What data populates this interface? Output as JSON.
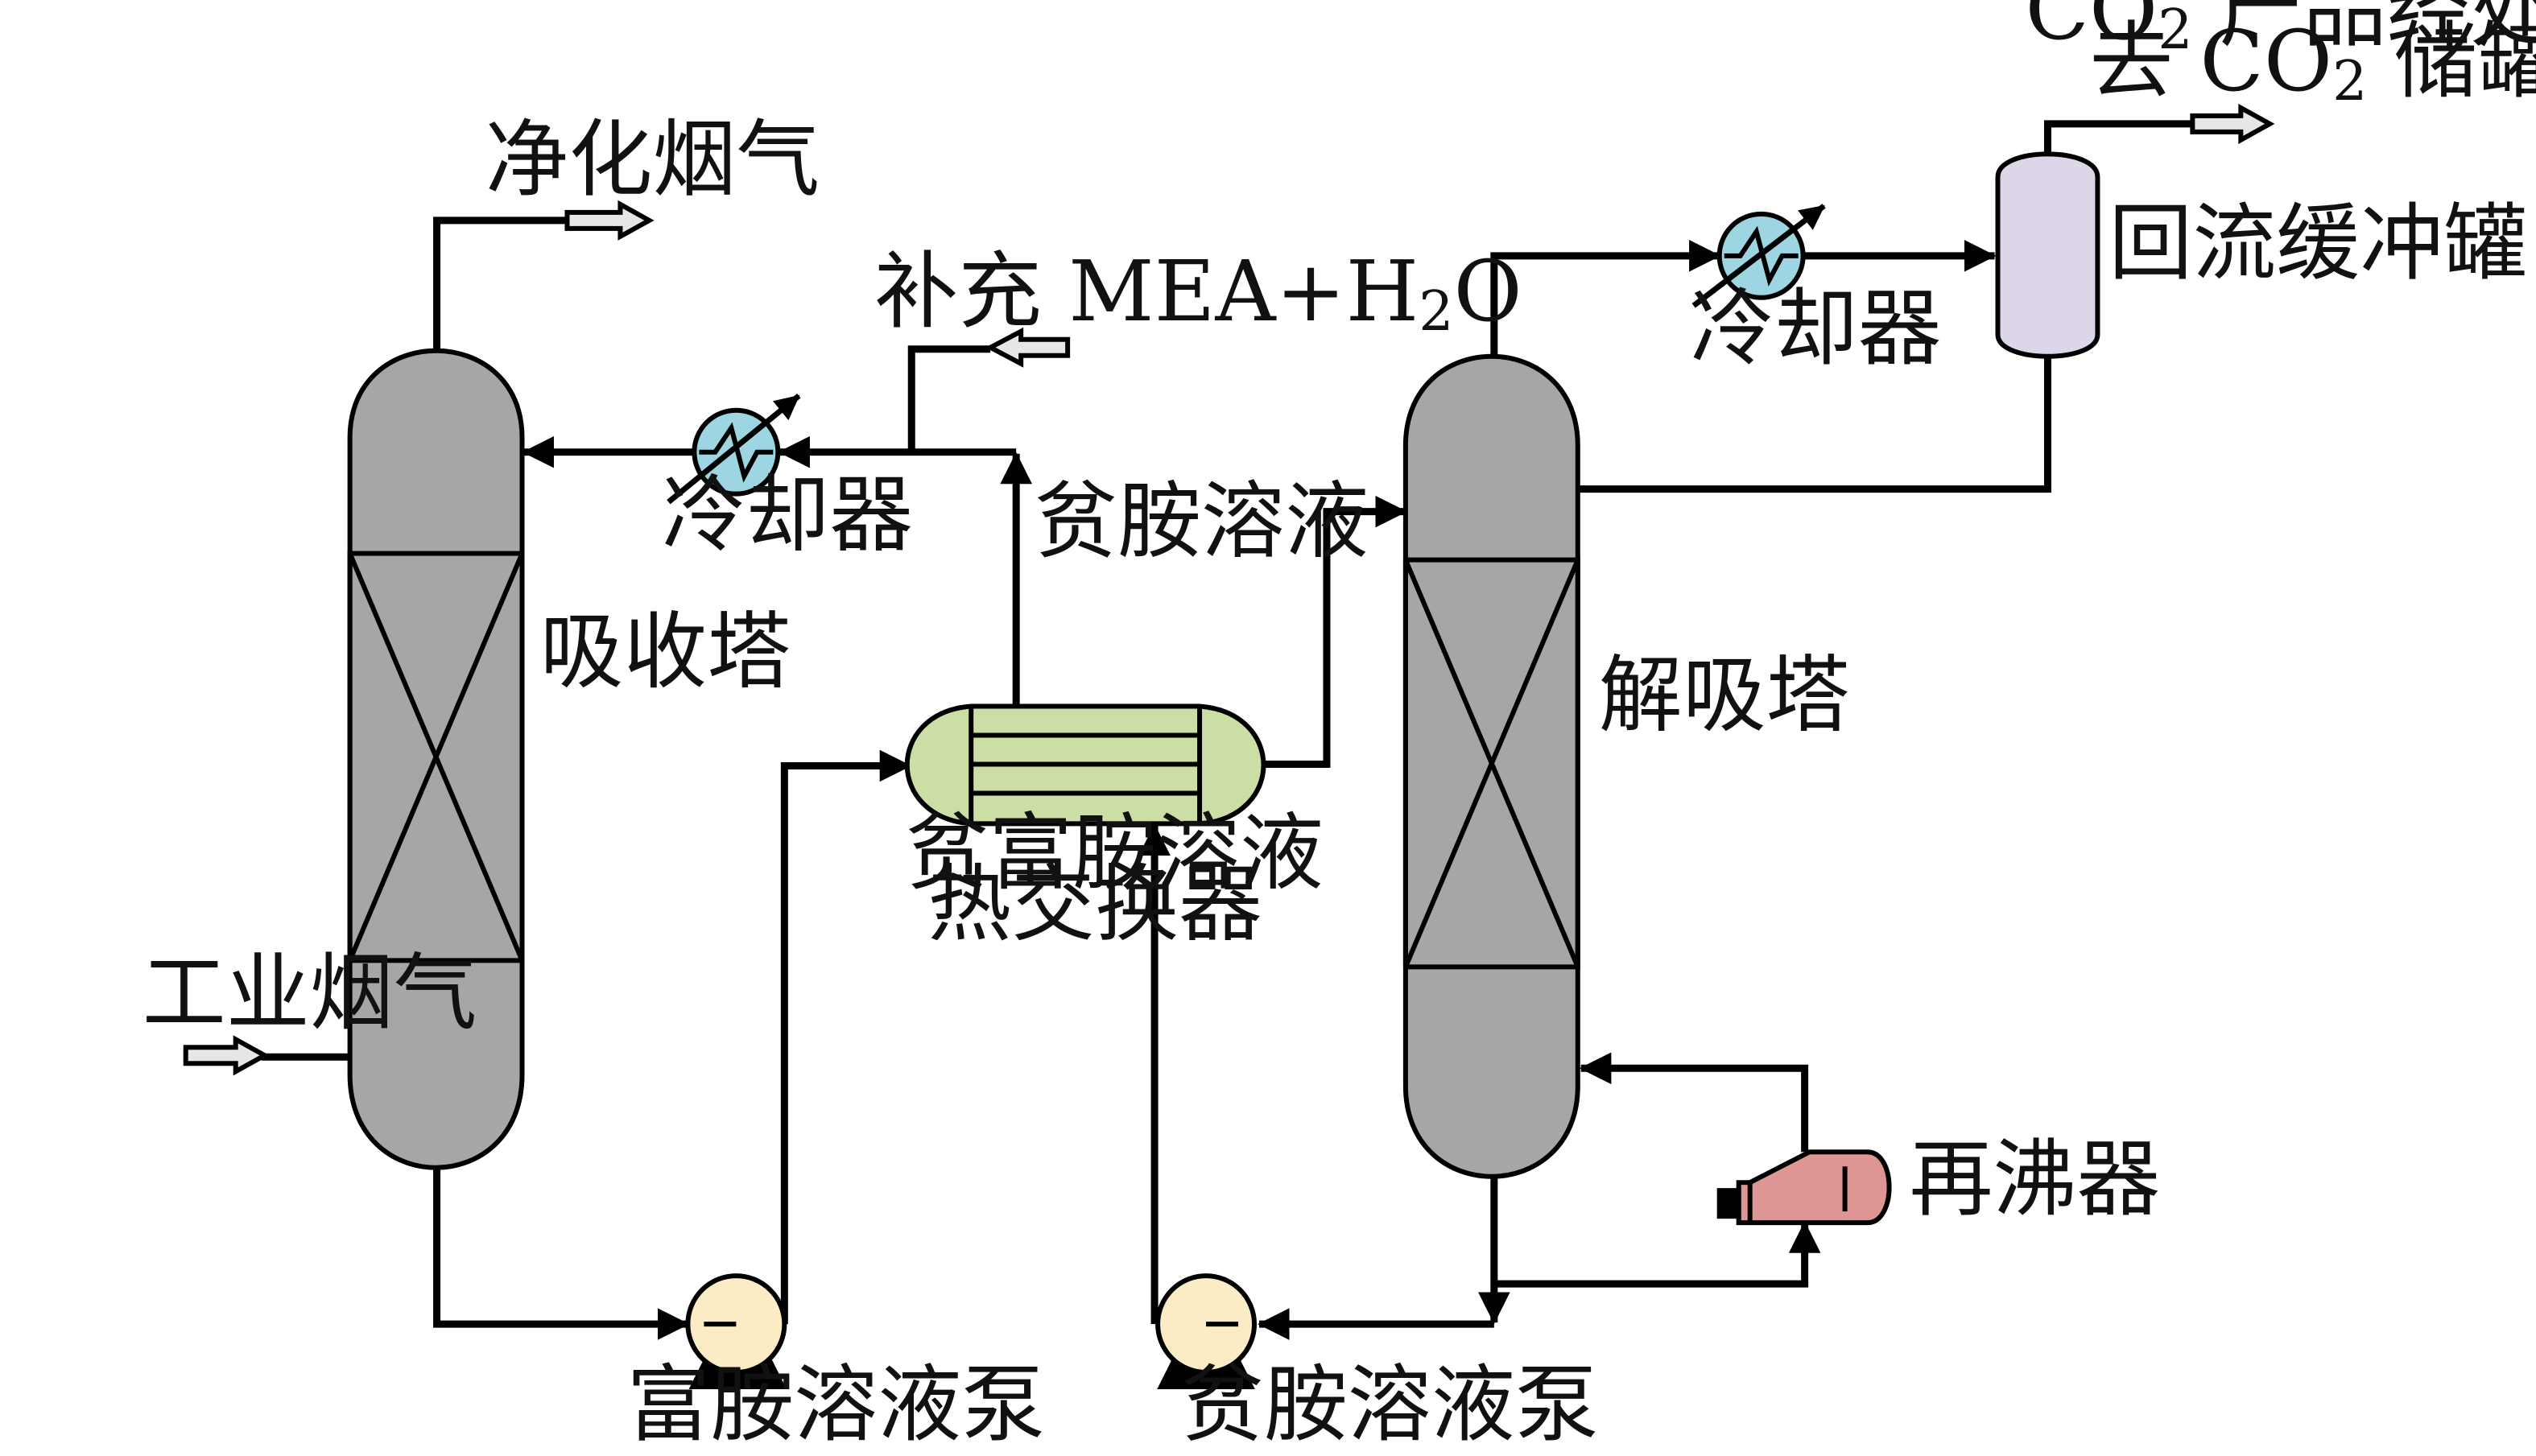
{
  "labels": {
    "purified_gas": "净化烟气",
    "industrial_gas": "工业烟气",
    "absorber": "吸收塔",
    "cooler_left": "冷却器",
    "makeup_prefix": "补充 MEA+H",
    "makeup_sub": "2",
    "makeup_suffix": "O",
    "lean_solution": "贫胺溶液",
    "heat_exchanger_line1": "贫富胺溶液",
    "heat_exchanger_line2": "热交换器",
    "rich_pump": "富胺溶液泵",
    "lean_pump": "贫胺溶液泵",
    "stripper": "解吸塔",
    "cooler_right": "冷却器",
    "reflux_drum": "回流缓冲罐",
    "reboiler": "再沸器",
    "co2_line1_prefix": "CO",
    "co2_line1_sub": "2",
    "co2_line1_suffix": " 产品经处理后",
    "co2_line2_prefix": "去 CO",
    "co2_line2_sub": "2",
    "co2_line2_suffix": " 储罐"
  },
  "colors": {
    "column_fill": "#a6a6a6",
    "cooler_fill": "#9dd6e2",
    "exchanger_fill": "#cbdea6",
    "pump_fill": "#fbecc6",
    "reflux_drum_fill": "#dcd6e8",
    "reboiler_fill": "#de9694",
    "arrow_fill": "#e6e6e6",
    "line": "#000000"
  }
}
